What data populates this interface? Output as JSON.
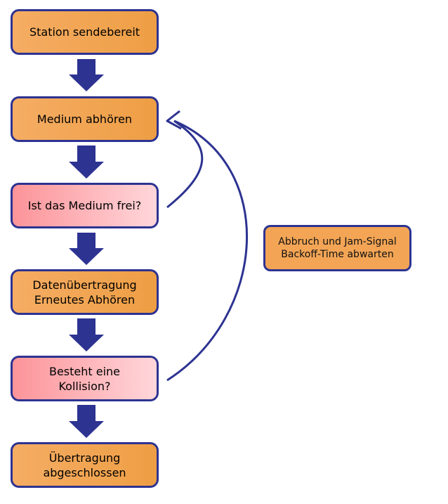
{
  "steps": [
    {
      "label": "Station sendebereit",
      "kind": "process"
    },
    {
      "label": "Medium abhören",
      "kind": "process"
    },
    {
      "label": "Ist das Medium frei?",
      "kind": "decision"
    },
    {
      "label": "Datenübertragung\nErneutes Abhören",
      "kind": "process"
    },
    {
      "label": "Besteht eine\nKollision?",
      "kind": "decision"
    },
    {
      "label": "Übertragung\nabgeschlossen",
      "kind": "process"
    }
  ],
  "note": {
    "label": "Abbruch und Jam-Signal\nBackoff-Time abwarten"
  },
  "colors": {
    "border": "#2d3391",
    "arrow": "#2d3391",
    "process_fill": "#f1a554",
    "decision_fill_start": "#fc9499",
    "decision_fill_end": "#ffd6da",
    "note_fill": "#f3a555"
  }
}
